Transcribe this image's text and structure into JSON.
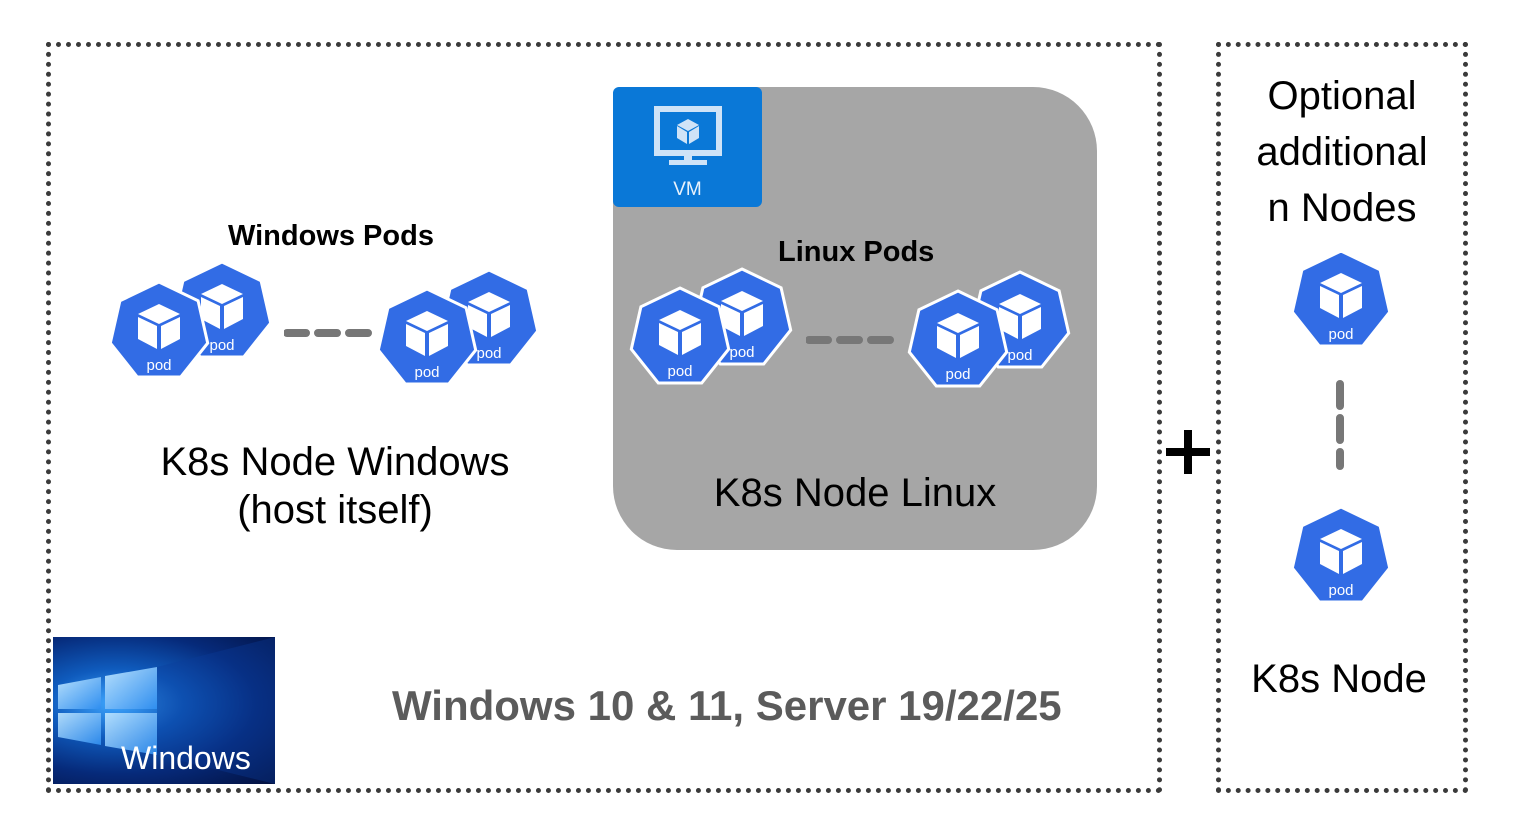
{
  "pod_label": "pod",
  "main_frame": {
    "windows_pods_heading": "Windows Pods",
    "windows_node_line1": "K8s Node Windows",
    "windows_node_line2": "(host itself)",
    "linux_pods_heading": "Linux Pods",
    "linux_node_label": "K8s Node Linux",
    "vm_label": "VM",
    "os_versions": "Windows 10 & 11, Server 19/22/25",
    "windows_logo_text": "Windows"
  },
  "optional_frame": {
    "line1": "Optional",
    "line2": "additional",
    "line3": "n Nodes",
    "node_label": "K8s Node"
  },
  "colors": {
    "pod_blue": "#326ce5",
    "vm_blue": "#0a78d7",
    "linux_box_gray": "#a6a6a6",
    "os_text_gray": "#5b5b5b",
    "dash_gray": "#777777"
  },
  "icons": {
    "pod": "kubernetes-pod-icon",
    "vm": "vm-monitor-icon",
    "plus": "plus-icon",
    "windows": "windows-logo-icon"
  }
}
